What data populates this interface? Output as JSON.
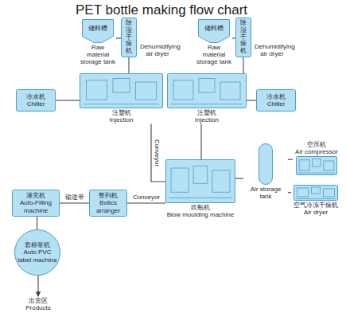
{
  "diagram": {
    "title": "PET bottle making flow chart",
    "nodes": [
      {
        "text": [
          "储料槽",
          "Raw material storage tank"
        ]
      },
      {
        "text": [
          "除湿干燥机",
          "Dehumidifying air dryer"
        ]
      },
      {
        "text": [
          "储料槽",
          "Raw material storage tank"
        ]
      },
      {
        "text": [
          "除湿干燥机",
          "Dehumidifying air dryer"
        ]
      },
      {
        "text": [
          "冷水机",
          "Chiller"
        ]
      },
      {
        "text": [
          "注塑机",
          "Injection"
        ]
      },
      {
        "text": [
          "注塑机",
          "Injection"
        ]
      },
      {
        "text": [
          "冷水机",
          "Chiller"
        ]
      },
      {
        "text": [
          "吹瓶机",
          "Blow moulding machine"
        ]
      },
      {
        "text": [
          "Air storage tank"
        ]
      },
      {
        "text": [
          "空压机",
          "Air compressor"
        ]
      },
      {
        "text": [
          "空气冷冻干燥机",
          "Air dryer"
        ]
      },
      {
        "text": [
          "灌充机",
          "Auto-Filling machine"
        ]
      },
      {
        "text": [
          "整列机",
          "Botics arranger"
        ]
      },
      {
        "text": [
          "套标签机",
          "Auto PVC label machine"
        ]
      },
      {
        "text": [
          "出货区",
          "Products"
        ]
      }
    ],
    "edges": [
      {
        "from": 0,
        "to": 1,
        "arrow": "none"
      },
      {
        "from": 1,
        "to": 5,
        "arrow": "none"
      },
      {
        "from": 2,
        "to": 3,
        "arrow": "none"
      },
      {
        "from": 3,
        "to": 6,
        "arrow": "none"
      },
      {
        "from": 4,
        "to": 5,
        "arrow": "none"
      },
      {
        "from": 7,
        "to": 6,
        "arrow": "none"
      },
      {
        "from": 5,
        "to": 8,
        "label": "Conveyor",
        "arrow": "none"
      },
      {
        "from": 6,
        "to": 8,
        "arrow": "none"
      },
      {
        "from": 9,
        "to": 8,
        "arrow": "none"
      },
      {
        "from": 10,
        "to": 9,
        "arrow": "none"
      },
      {
        "from": 11,
        "to": 9,
        "arrow": "none"
      },
      {
        "from": 8,
        "to": 13,
        "label": "Conveyor",
        "arrow": "none"
      },
      {
        "from": 13,
        "to": 12,
        "label": "输送带",
        "arrow": "none"
      },
      {
        "from": 12,
        "to": 14,
        "arrow": "none"
      },
      {
        "from": 14,
        "to": 15,
        "arrow": "to"
      }
    ]
  }
}
